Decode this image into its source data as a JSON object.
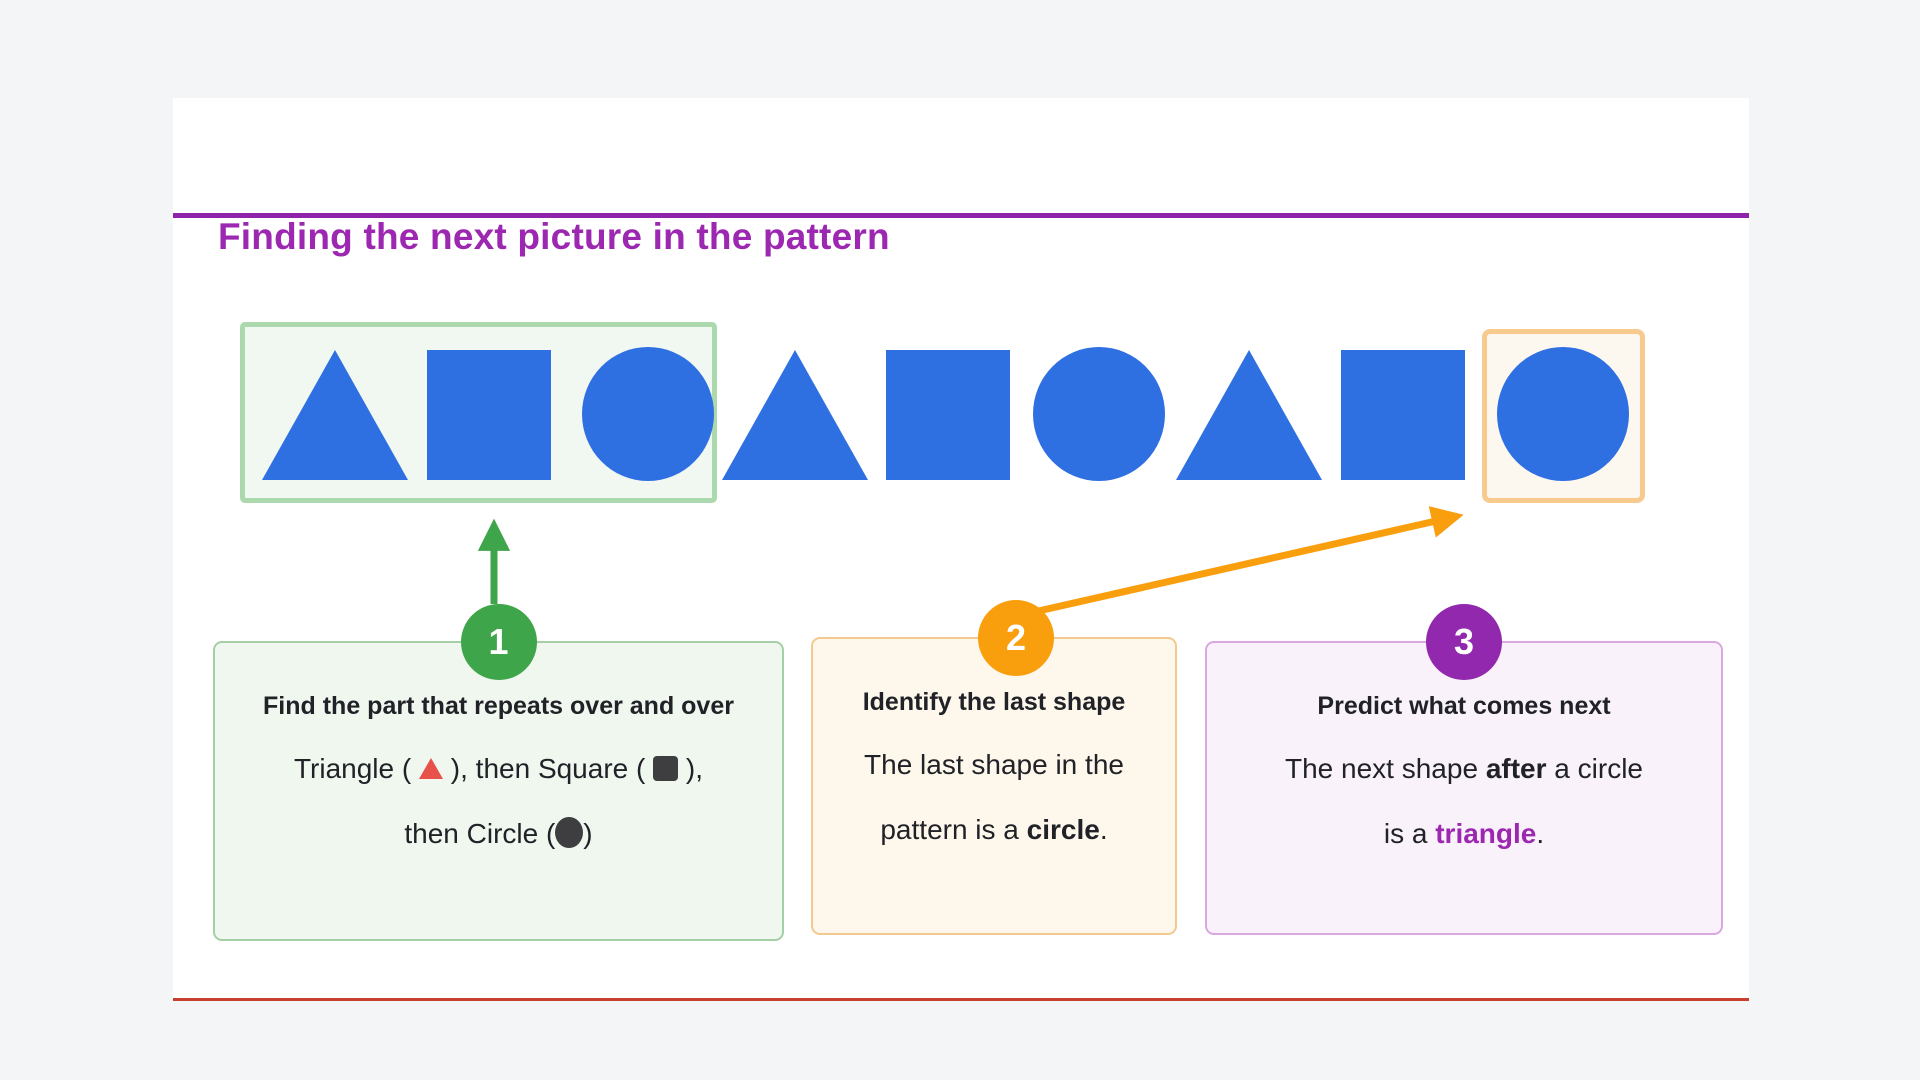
{
  "colors": {
    "pageBg": "#F4F5F6",
    "cardBg": "#FFFFFF",
    "titlePurple": "#9C27B0",
    "rulePurple": "#8E24AA",
    "shapeBlue": "#2E6FE2",
    "green": "#3FA54A",
    "greenBoxBorder": "#ABD8AD",
    "greenBoxBg": "#F1F7F1",
    "orange": "#F99E0D",
    "orangeBoxBorder": "#F7CB8E",
    "orangeBoxBg": "#FCF8EF",
    "purple": "#9228AE",
    "card1Bg": "#EFF7EF",
    "card1Border": "#A5D0A7",
    "card2Bg": "#FDF7EC",
    "card2Border": "#F2C98E",
    "card3Bg": "#F9F2FA",
    "card3Border": "#D9A9DF",
    "textDark": "#212227",
    "redLine": "#C7402D",
    "glyphRed": "#E8504A",
    "glyphDark": "#3E3E40"
  },
  "header": {
    "title": "Finding the next picture in the pattern"
  },
  "pattern": {
    "sequence": [
      "triangle",
      "square",
      "circle",
      "triangle",
      "square",
      "circle",
      "triangle",
      "square",
      "circle"
    ]
  },
  "steps": [
    {
      "number": "1",
      "title": "Find the part that repeats over and over",
      "line1_a": "Triangle ( ",
      "line1_b": " ), then Square ( ",
      "line1_c": " ),",
      "line2_a": "then Circle (",
      "line2_b": ")"
    },
    {
      "number": "2",
      "title": "Identify the last shape",
      "line1": "The last shape in the",
      "line2_a": "pattern is a ",
      "line2_b": "circle",
      "line2_c": "."
    },
    {
      "number": "3",
      "title": "Predict what comes next",
      "line1_a": "The next shape ",
      "line1_b": "after",
      "line1_c": " a circle",
      "line2_a": "is a ",
      "line2_b": "triangle",
      "line2_c": "."
    }
  ]
}
